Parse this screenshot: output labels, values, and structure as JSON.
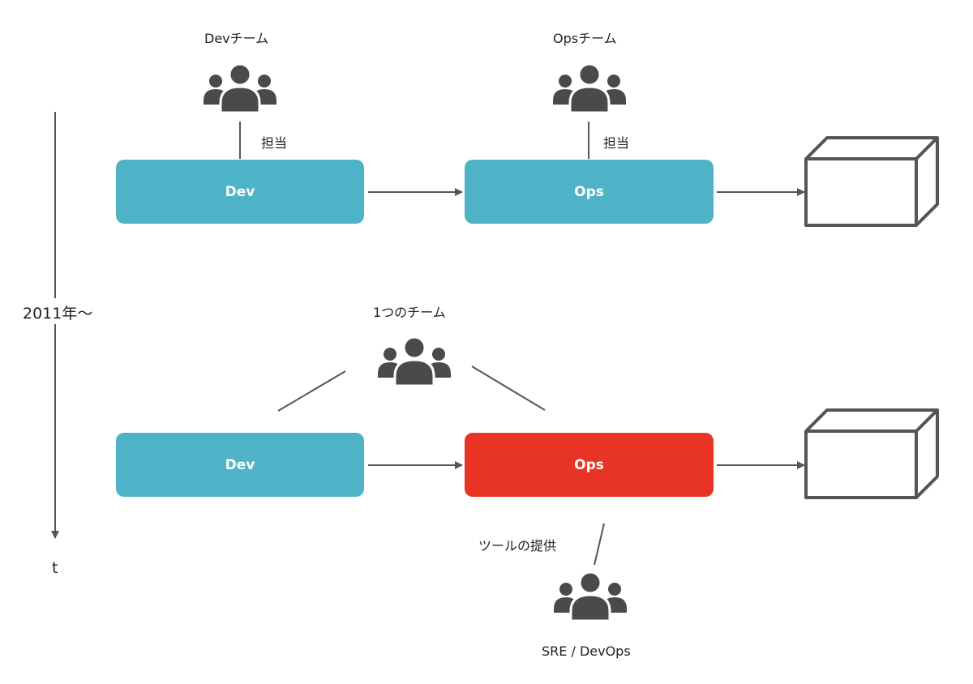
{
  "labels": {
    "dev_team": "Devチーム",
    "ops_team": "Opsチーム",
    "assign_dev": "担当",
    "assign_ops": "担当",
    "time_period": "2011年〜",
    "one_team": "1つのチーム",
    "tool_provision": "ツールの提供",
    "sre_devops": "SRE / DevOps",
    "time_axis": "t"
  },
  "boxes": {
    "dev_top": "Dev",
    "ops_top": "Ops",
    "dev_bottom": "Dev",
    "ops_bottom": "Ops"
  },
  "colors": {
    "teal": "#4fb3c7",
    "red": "#e83424",
    "icon": "#4a4a4a",
    "line": "#555555"
  },
  "icons": [
    "people-group-icon",
    "cube-icon"
  ]
}
